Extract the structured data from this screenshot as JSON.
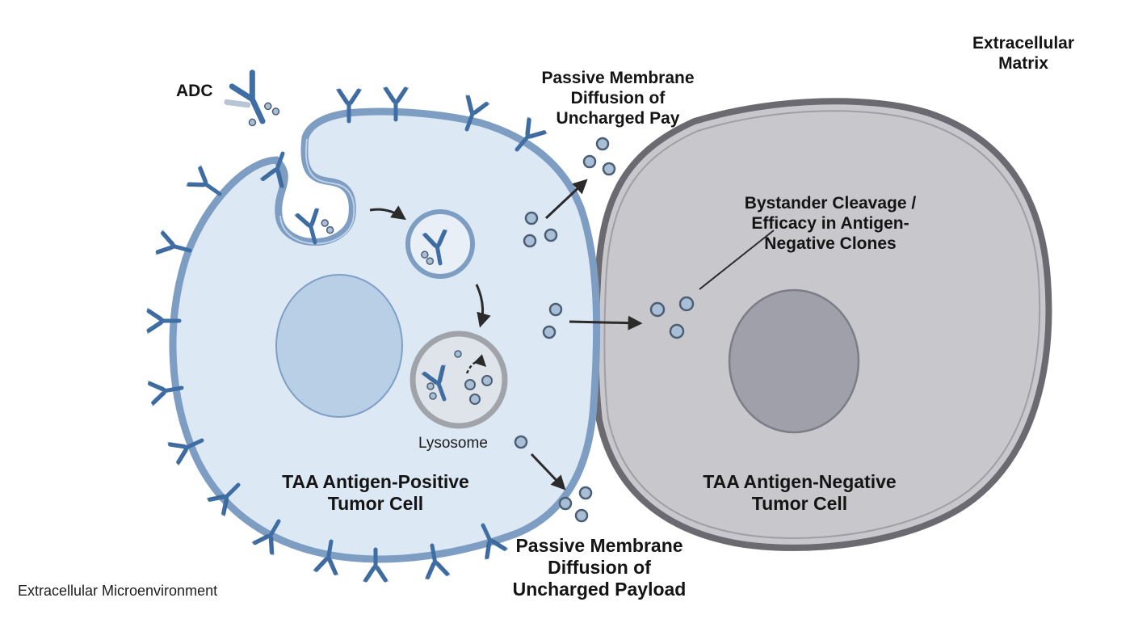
{
  "labels": {
    "adc": "ADC",
    "passive_top": "Passive Membrane\nDiffusion of\nUncharged Pay",
    "extracellular_matrix": "Extracellular\nMatrix",
    "bystander": "Bystander Cleavage /\nEfficacy in Antigen-\nNegative Clones",
    "lysosome": "Lysosome",
    "positive_cell": "TAA Antigen-Positive\nTumor Cell",
    "negative_cell": "TAA Antigen-Negative\nTumor Cell",
    "passive_bottom": "Passive Membrane\nDiffusion of\nUncharged Payload",
    "microenvironment": "Extracellular Microenvironment"
  },
  "colors": {
    "positive_cell_fill": "#dde8f5",
    "positive_cell_border": "#7d9dc3",
    "negative_cell_fill": "#c8c8cc",
    "negative_cell_border": "#6a6a70",
    "antibody_blue": "#3f6ea5",
    "payload_fill": "#a9bfd8",
    "payload_stroke": "#4d5e72"
  }
}
